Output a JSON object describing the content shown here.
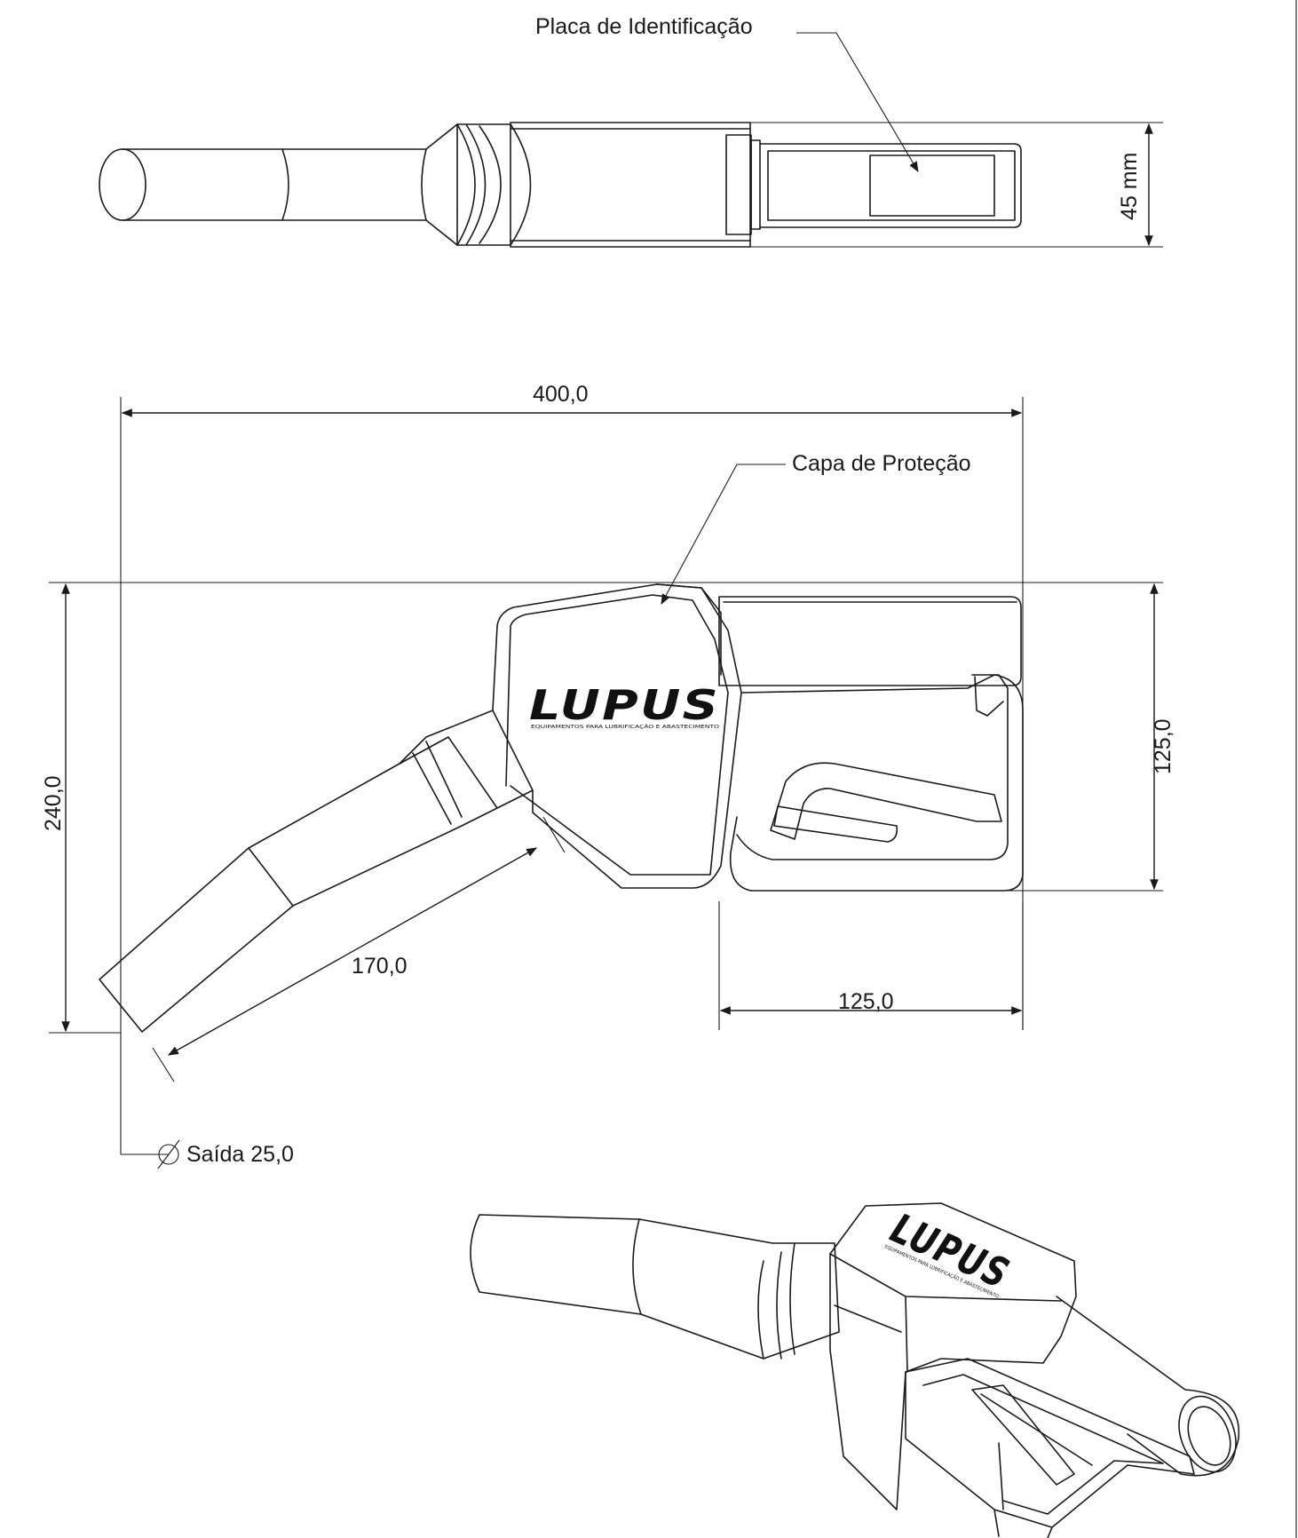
{
  "labels": {
    "nameplate": "Placa de Identificação",
    "cover": "Capa de Proteção",
    "outlet": "Saída 25,0"
  },
  "dimensions": {
    "width_top": "45 mm",
    "total_length": "400,0",
    "total_height": "240,0",
    "body_height": "125,0",
    "spout_length": "170,0",
    "handle_length": "125,0"
  },
  "branding": {
    "logo_text": "LUPUS",
    "tagline": "EQUIPAMENTOS PARA LUBRIFICAÇÃO E ABASTECIMENTO"
  },
  "colors": {
    "line": "#1a1a1a",
    "background": "#ffffff"
  }
}
